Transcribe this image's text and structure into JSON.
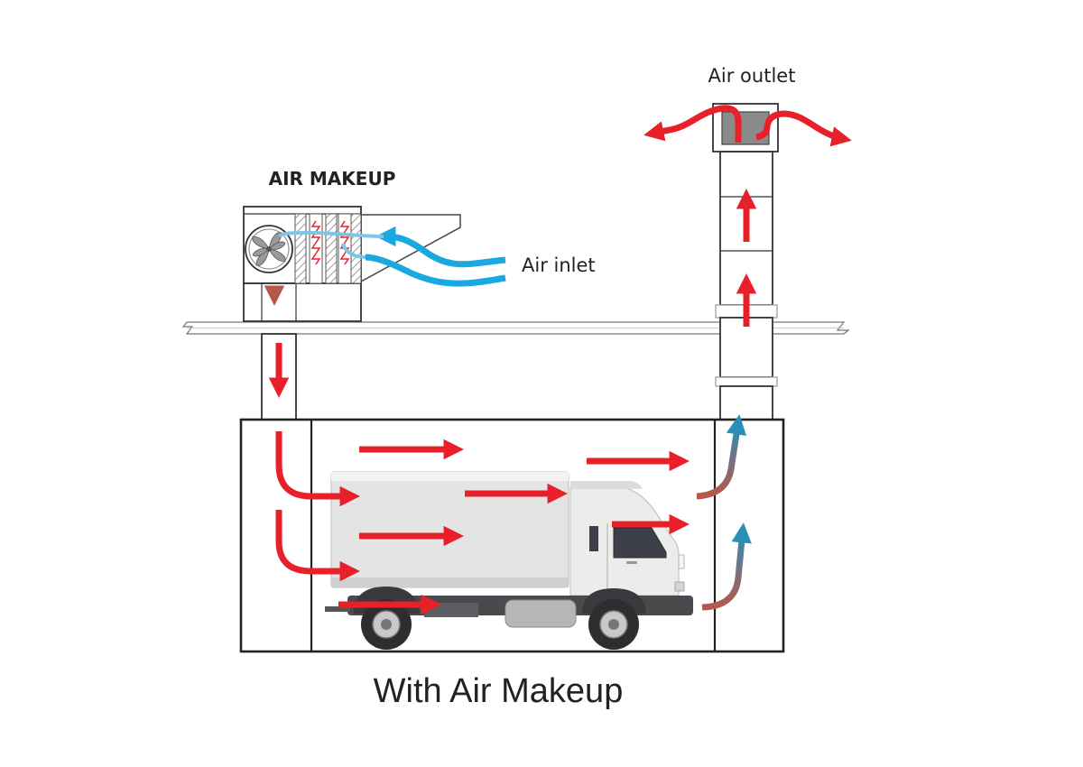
{
  "labels": {
    "air_makeup": "AIR MAKEUP",
    "air_inlet": "Air inlet",
    "air_outlet": "Air outlet",
    "caption": "With Air Makeup"
  },
  "colors": {
    "hot_air": "#e8202a",
    "fresh_air": "#1aa8e0",
    "exhaust_air": "#2a8fb8",
    "warm_air": "#b8584a",
    "outline": "#222222",
    "truck_body": "#e6e6e6",
    "truck_cab": "#ececea",
    "chassis": "#555555",
    "tire": "#3a3a3a"
  },
  "icons": {
    "fan": "fan-icon",
    "filter": "filter-icon",
    "truck": "truck-icon"
  }
}
